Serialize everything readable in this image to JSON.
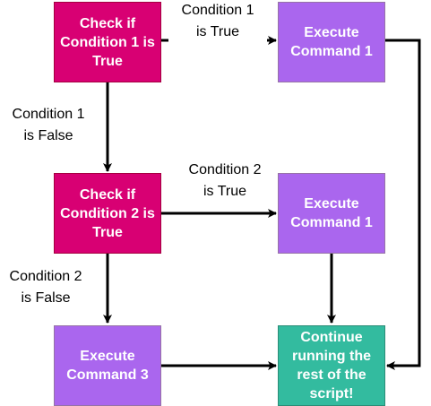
{
  "nodes": {
    "check1": "Check if\nCondition 1 is\nTrue",
    "exec1_top": "Execute\nCommand 1",
    "check2": "Check if\nCondition 2 is\nTrue",
    "exec1_mid": "Execute\nCommand 1",
    "exec3": "Execute\nCommand 3",
    "continue": "Continue\nrunning the\nrest of the\nscript!"
  },
  "edges": {
    "cond1_true": "Condition 1\nis True",
    "cond1_false": "Condition 1\nis False",
    "cond2_true": "Condition 2\nis True",
    "cond2_false": "Condition 2\nis False"
  },
  "colors": {
    "decision": "#d80073",
    "command": "#aa66ee",
    "continue": "#33bb9f",
    "arrow": "#000000"
  }
}
